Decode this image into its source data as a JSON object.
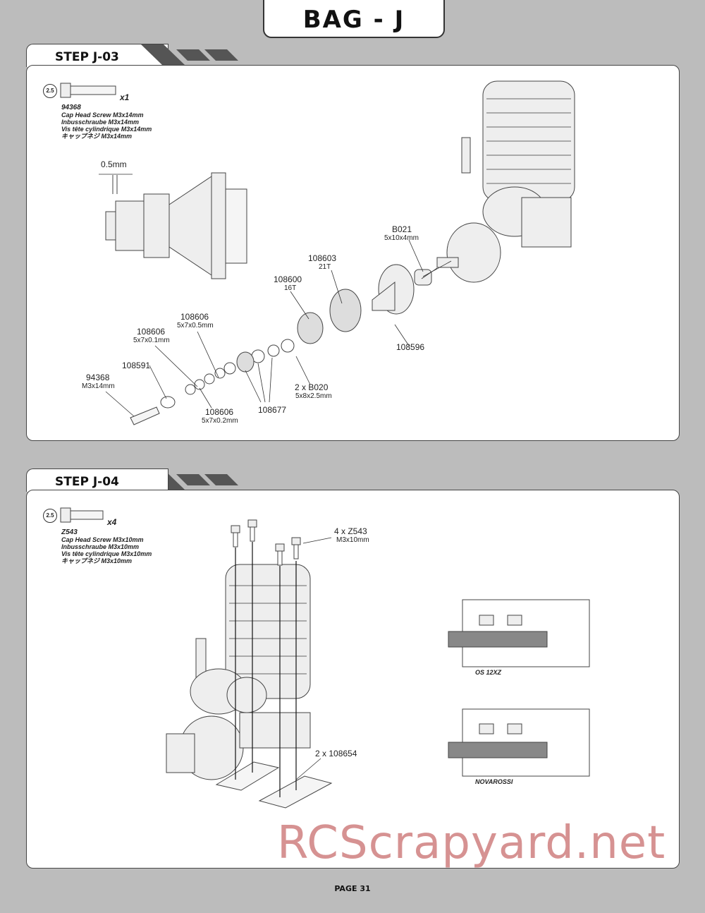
{
  "header": {
    "bag_title": "BAG - J"
  },
  "step3": {
    "title": "STEP J-03",
    "tool_size": "2.5",
    "tool_unit": "mm",
    "screw": {
      "qty": "x1",
      "part_no": "94368",
      "desc_en": "Cap Head Screw M3x14mm",
      "desc_de": "Inbusschraube M3x14mm",
      "desc_fr": "Vis tête cylindrique M3x14mm",
      "desc_jp": "キャップネジ M3x14mm"
    },
    "gap_label": "0.5mm",
    "labels": {
      "b021": "B021",
      "b021_size": "5x10x4mm",
      "p108603": "108603",
      "p108603_teeth": "21T",
      "p108600": "108600",
      "p108600_teeth": "16T",
      "p108606a": "108606",
      "p108606a_size": "5x7x0.5mm",
      "p108606b": "108606",
      "p108606b_size": "5x7x0.1mm",
      "p108591": "108591",
      "p94368": "94368",
      "p94368_size": "M3x14mm",
      "p108596": "108596",
      "b020": "2 x B020",
      "b020_size": "5x8x2.5mm",
      "p108606c": "108606",
      "p108606c_size": "5x7x0.2mm",
      "p108677": "108677"
    }
  },
  "step4": {
    "title": "STEP J-04",
    "tool_size": "2.5",
    "tool_unit": "mm",
    "screw": {
      "qty": "x4",
      "part_no": "Z543",
      "desc_en": "Cap Head Screw M3x10mm",
      "desc_de": "Inbusschraube M3x10mm",
      "desc_fr": "Vis tête cylindrique M3x10mm",
      "desc_jp": "キャップネジ M3x10mm"
    },
    "labels": {
      "z543": "4 x Z543",
      "z543_size": "M3x10mm",
      "p108654": "2 x 108654",
      "os": "OS 12XZ",
      "novarossi": "NOVAROSSI"
    }
  },
  "footer": {
    "page": "PAGE 31"
  },
  "watermark": "RCScrapyard.net"
}
